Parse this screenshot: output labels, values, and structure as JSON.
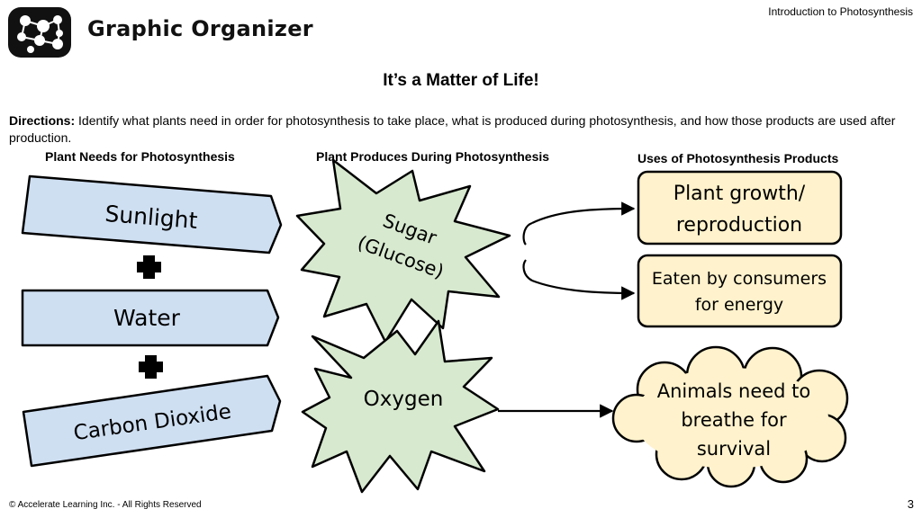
{
  "header": {
    "brand": "Graphic Organizer",
    "topic": "Introduction to Photosynthesis"
  },
  "title": "It’s a Matter of Life!",
  "directions": {
    "label": "Directions:",
    "text": " Identify what plants need in order for photosynthesis to take place, what is produced during photosynthesis, and how those products are used after production."
  },
  "columns": {
    "needs": "Plant Needs for Photosynthesis",
    "produces": "Plant Produces During Photosynthesis",
    "uses": "Uses of Photosynthesis Products"
  },
  "needs": [
    "Sunlight",
    "Water",
    "Carbon Dioxide"
  ],
  "products": {
    "sugar_line1": "Sugar",
    "sugar_line2": "(Glucose)",
    "oxygen": "Oxygen"
  },
  "uses": {
    "growth_line1": "Plant growth/",
    "growth_line2": "reproduction",
    "eaten_line1": "Eaten by consumers",
    "eaten_line2": "for energy",
    "animals_line1": "Animals need to",
    "animals_line2": "breathe for",
    "animals_line3": "survival"
  },
  "footer": {
    "copyright": "© Accelerate Learning Inc. - All Rights Reserved",
    "page": "3"
  },
  "colors": {
    "arrow_fill": "#cfdff2",
    "starburst_fill": "#d7e9cf",
    "use_box_fill": "#fff2cc",
    "outline": "#000000"
  }
}
